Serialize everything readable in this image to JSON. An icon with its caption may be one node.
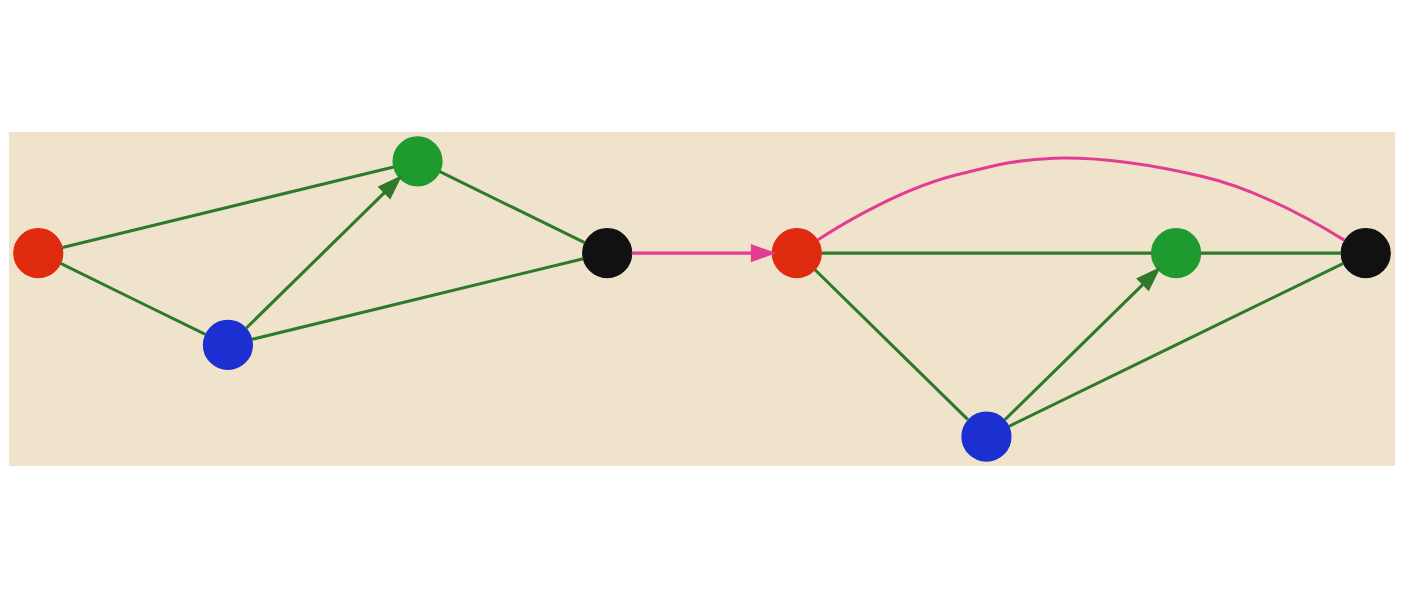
{
  "diagram": {
    "nodes": [
      {
        "text": [],
        "shape": "circle"
      },
      {
        "text": [],
        "shape": "circle"
      },
      {
        "text": [],
        "shape": "circle"
      },
      {
        "text": [],
        "shape": "circle"
      },
      {
        "text": [],
        "shape": "circle"
      },
      {
        "text": [],
        "shape": "circle"
      },
      {
        "text": [],
        "shape": "circle"
      },
      {
        "text": [],
        "shape": "circle"
      }
    ],
    "edges": [
      {
        "from": 1,
        "to": 0,
        "arrow": "none"
      },
      {
        "from": 0,
        "to": 2,
        "arrow": "none"
      },
      {
        "from": 1,
        "to": 3,
        "arrow": "none"
      },
      {
        "from": 3,
        "to": 2,
        "arrow": "none"
      },
      {
        "from": 3,
        "to": 0,
        "arrow": "to"
      },
      {
        "from": 2,
        "to": 5,
        "arrow": "to",
        "color": "#e33d91"
      },
      {
        "from": 5,
        "to": 4,
        "arrow": "none"
      },
      {
        "from": 4,
        "to": 6,
        "arrow": "none"
      },
      {
        "from": 5,
        "to": 7,
        "arrow": "none"
      },
      {
        "from": 7,
        "to": 6,
        "arrow": "none"
      },
      {
        "from": 7,
        "to": 4,
        "arrow": "to"
      },
      {
        "from": 5,
        "to": 6,
        "arrow": "none",
        "color": "#e33d91"
      }
    ]
  }
}
